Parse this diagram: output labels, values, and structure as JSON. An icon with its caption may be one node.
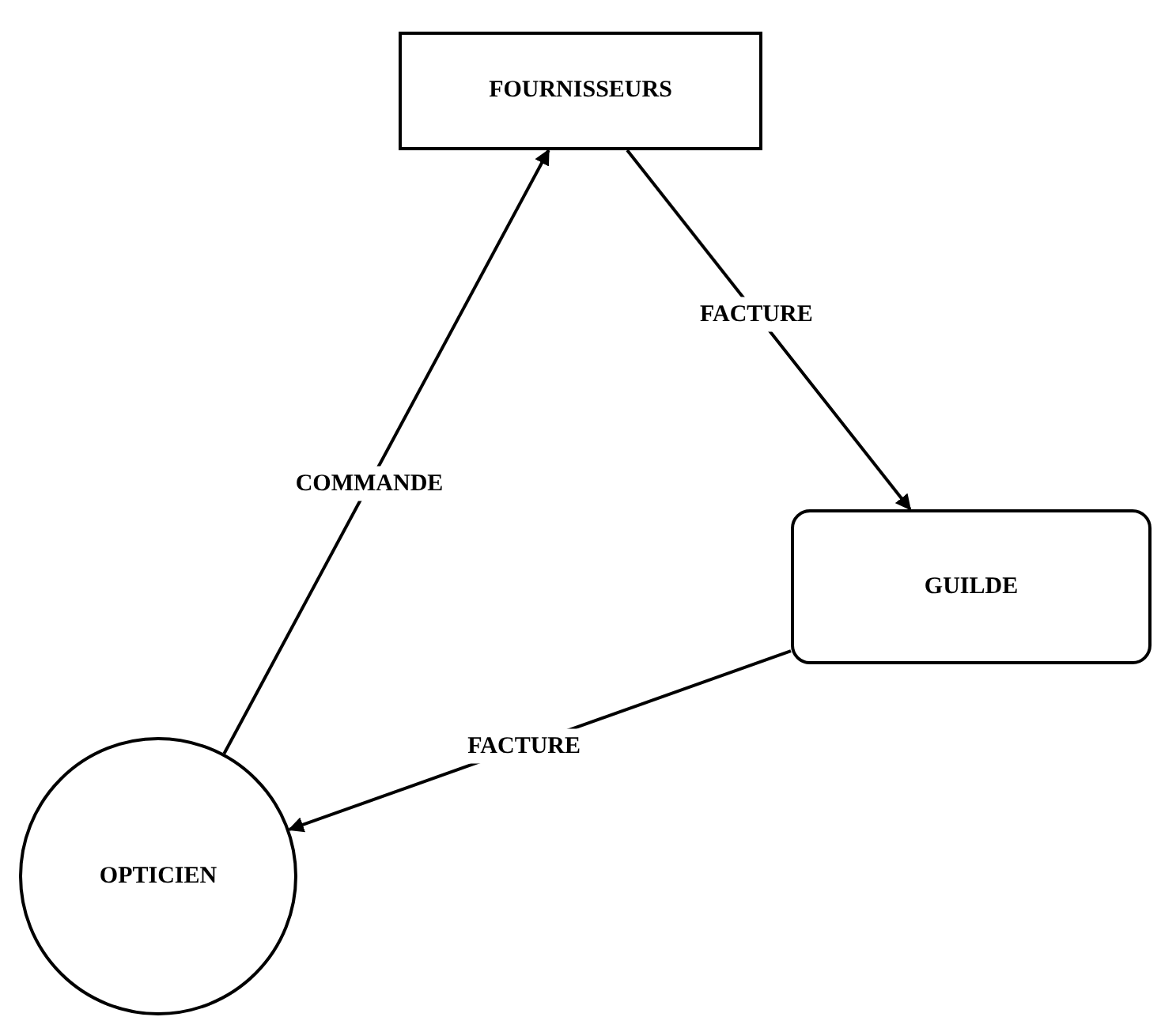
{
  "diagram": {
    "nodes": [
      {
        "text": [
          "FOURNISSEURS"
        ]
      },
      {
        "text": [
          "GUILDE"
        ]
      },
      {
        "text": [
          "OPTICIEN"
        ]
      }
    ],
    "edges": [
      {
        "from": 2,
        "to": 0,
        "arrow": "to",
        "label": "COMMANDE"
      },
      {
        "from": 0,
        "to": 1,
        "arrow": "to",
        "label": "FACTURE"
      },
      {
        "from": 1,
        "to": 2,
        "arrow": "to",
        "label": "FACTURE"
      }
    ]
  }
}
